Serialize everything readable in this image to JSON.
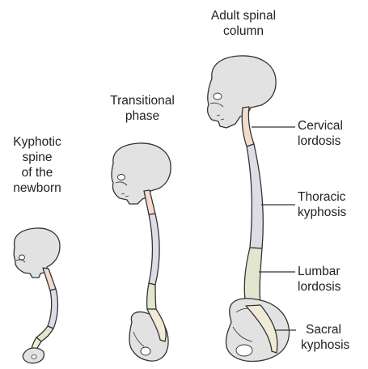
{
  "stages": {
    "newborn": {
      "title": [
        "Kyphotic",
        "spine",
        "of the",
        "newborn"
      ]
    },
    "transitional": {
      "title": [
        "Transitional",
        "phase"
      ]
    },
    "adult": {
      "title": [
        "Adult spinal",
        "column"
      ]
    }
  },
  "curvatures": {
    "cervical": [
      "Cervical",
      "lordosis"
    ],
    "thoracic": [
      "Thoracic",
      "kyphosis"
    ],
    "lumbar": [
      "Lumbar",
      "lordosis"
    ],
    "sacral": [
      "Sacral",
      "kyphosis"
    ]
  },
  "colors": {
    "cervical": "#f2dccd",
    "thoracic": "#dcdde6",
    "lumbar": "#e1e6cf",
    "sacral": "#f1ead6",
    "bone": "#e2e2e2",
    "outline": "#333333"
  }
}
